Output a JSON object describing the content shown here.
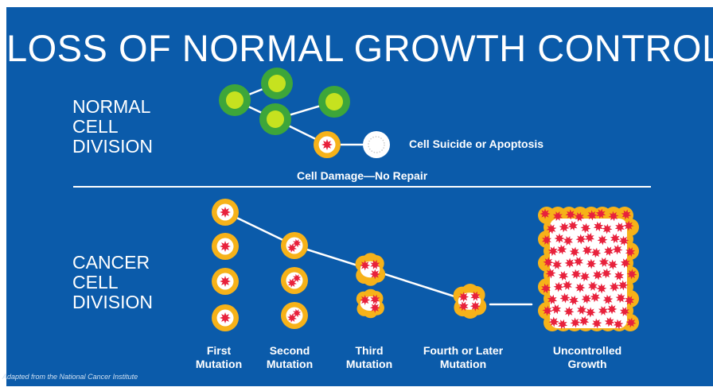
{
  "title": "LOSS OF NORMAL GROWTH CONTROL",
  "normal_section": {
    "label_lines": [
      "NORMAL",
      "CELL",
      "DIVISION"
    ],
    "apoptosis_label": "Cell Suicide or Apoptosis",
    "damage_label": "Cell Damage—No Repair"
  },
  "cancer_section": {
    "label_lines": [
      "CANCER",
      "CELL",
      "DIVISION"
    ],
    "stages": [
      {
        "line1": "First",
        "line2": "Mutation"
      },
      {
        "line1": "Second",
        "line2": "Mutation"
      },
      {
        "line1": "Third",
        "line2": "Mutation"
      },
      {
        "line1": "Fourth or Later",
        "line2": "Mutation"
      },
      {
        "line1": "Uncontrolled",
        "line2": "Growth"
      }
    ]
  },
  "credit": "Adapted from the National Cancer Institute",
  "colors": {
    "background": "#0b5baa",
    "healthy_cell_outer": "#3da63a",
    "healthy_cell_inner": "#c6e21f",
    "damaged_cell_outer": "#f6b219",
    "damaged_cell_inner": "#ffffff",
    "mutation": "#e8213c",
    "apoptotic_cell": "#ffffff",
    "connector": "#ffffff"
  }
}
